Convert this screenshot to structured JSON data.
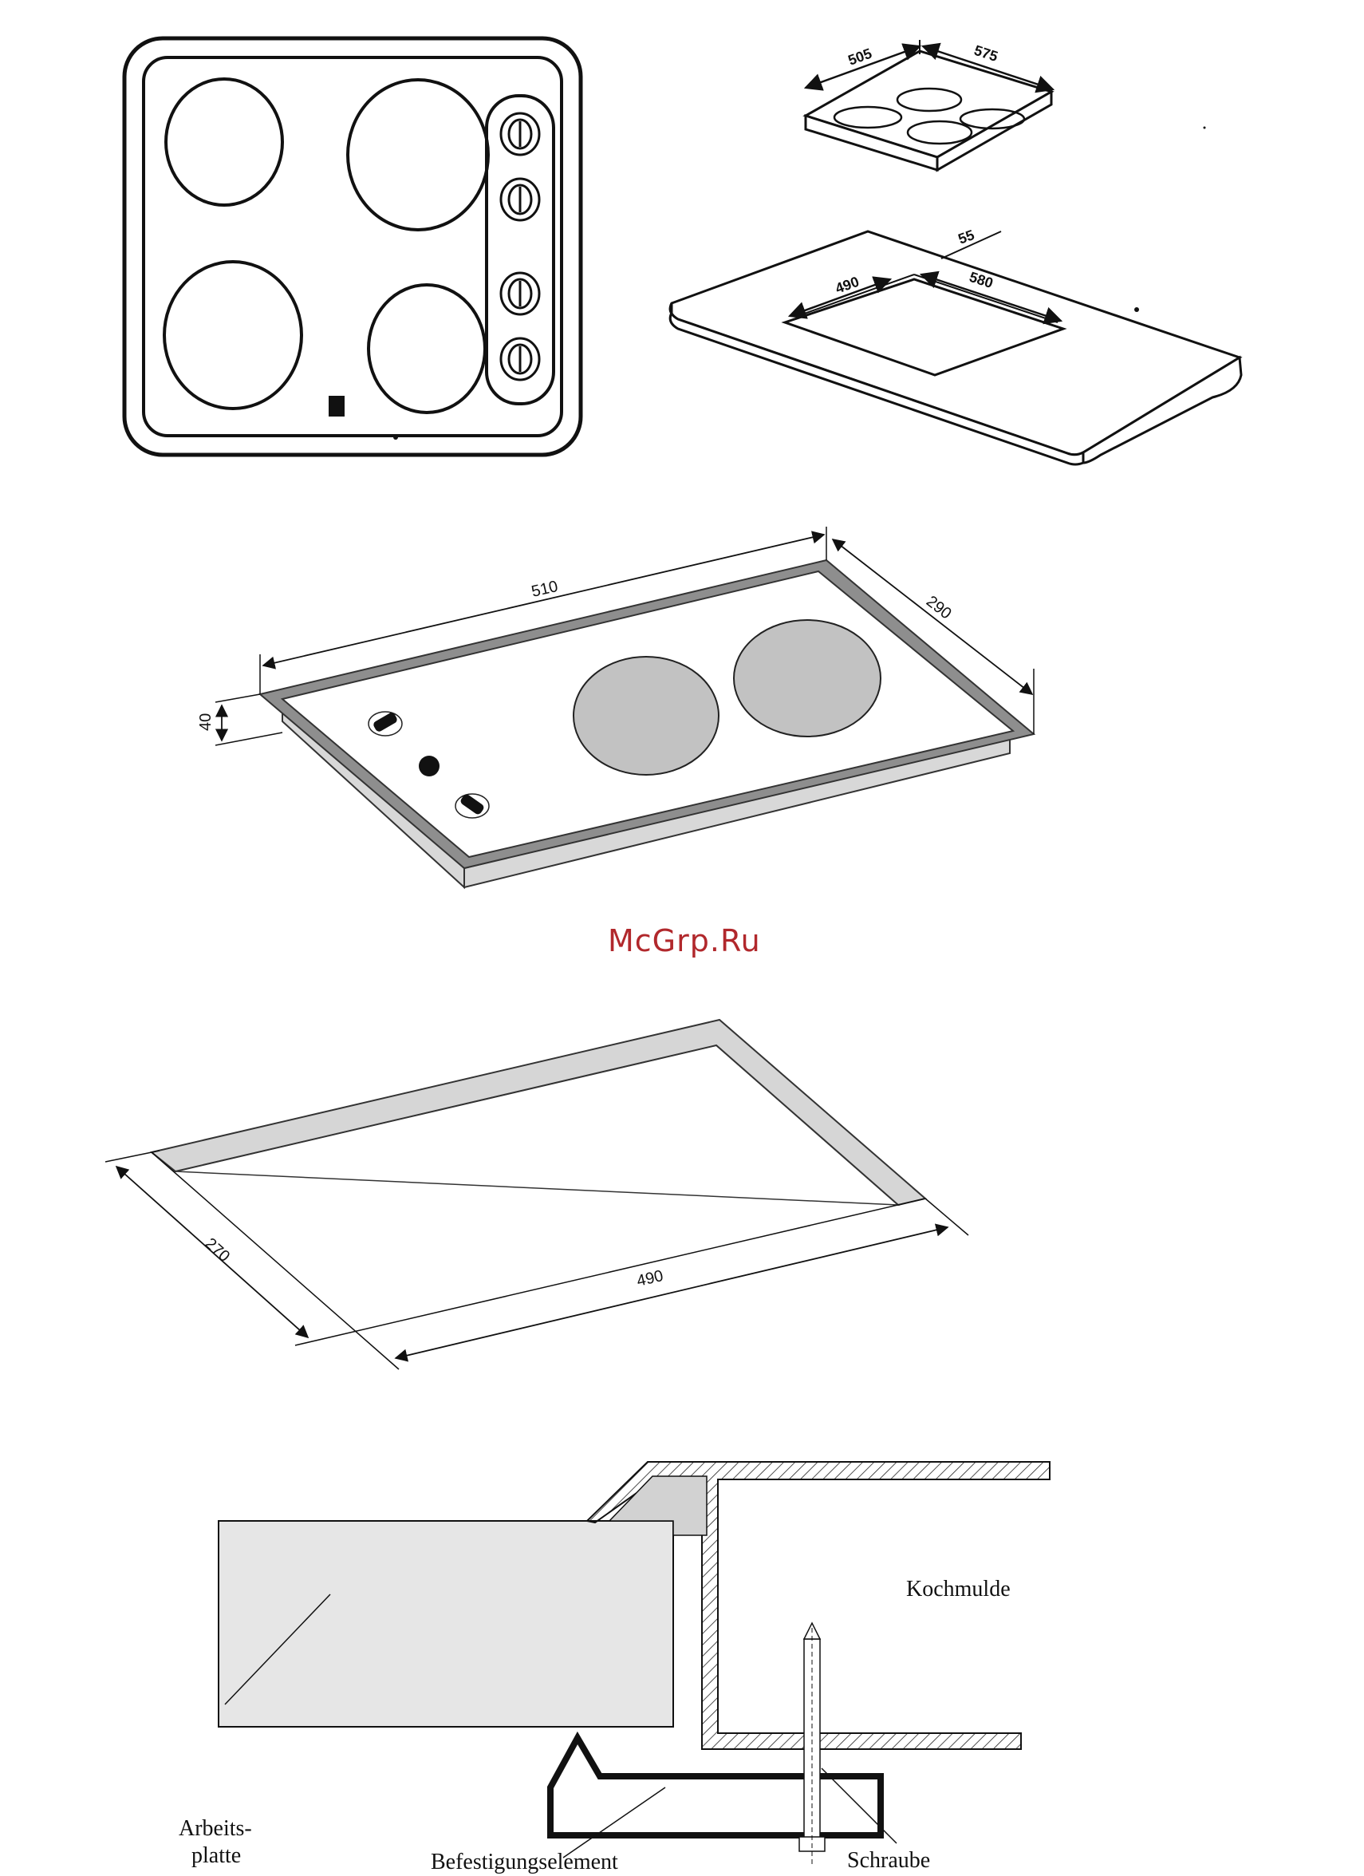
{
  "figure1": {
    "dims": {
      "a": "505",
      "b": "575"
    },
    "cutout": {
      "depth": "55",
      "a": "490",
      "b": "580"
    }
  },
  "figure2": {
    "dims": {
      "length": "510",
      "width": "290",
      "height": "40"
    }
  },
  "watermark": "McGrp.Ru",
  "figure3": {
    "dims": {
      "width": "270",
      "length": "490"
    }
  },
  "figure4": {
    "labels": {
      "hob": "Kochmulde",
      "worktop_line1": "Arbeits-",
      "worktop_line2": "platte",
      "bracket": "Befestigungselement",
      "screw": "Schraube"
    }
  },
  "colors": {
    "watermark": "#b1282c",
    "zone_fill": "#c2c2c2",
    "frame_fill": "#8e8e8e",
    "worktop_fill": "#e6e6e6"
  }
}
